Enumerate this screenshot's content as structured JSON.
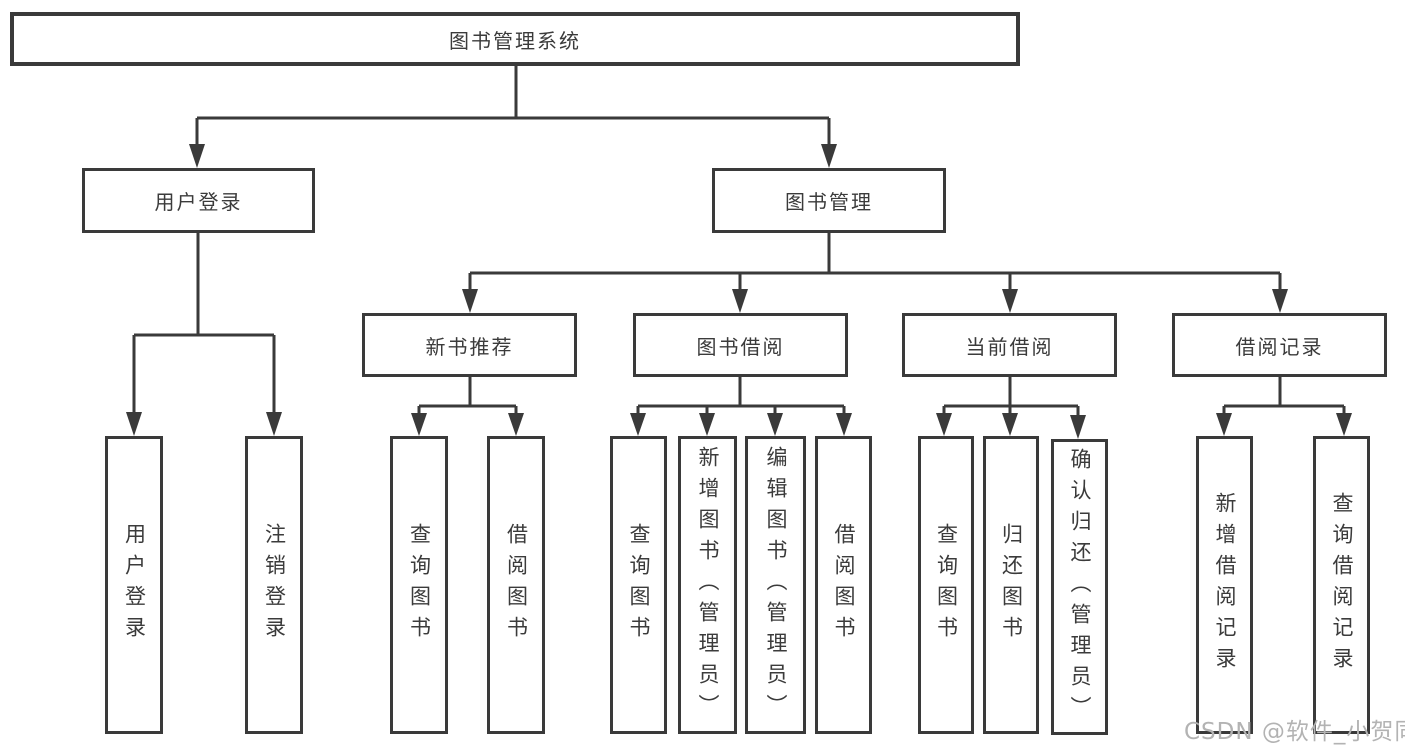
{
  "diagram_title": "图书管理系统",
  "tree": {
    "label": "图书管理系统",
    "children": [
      {
        "label": "用户登录",
        "children": [
          {
            "label": "用户登录"
          },
          {
            "label": "注销登录"
          }
        ]
      },
      {
        "label": "图书管理",
        "children": [
          {
            "label": "新书推荐",
            "children": [
              {
                "label": "查询图书"
              },
              {
                "label": "借阅图书"
              }
            ]
          },
          {
            "label": "图书借阅",
            "children": [
              {
                "label": "查询图书"
              },
              {
                "label": "新增图书（管理员）"
              },
              {
                "label": "编辑图书（管理员）"
              },
              {
                "label": "借阅图书"
              }
            ]
          },
          {
            "label": "当前借阅",
            "children": [
              {
                "label": "查询图书"
              },
              {
                "label": "归还图书"
              },
              {
                "label": "确认归还（管理员）"
              }
            ]
          },
          {
            "label": "借阅记录",
            "children": [
              {
                "label": "新增借阅记录"
              },
              {
                "label": "查询借阅记录"
              }
            ]
          }
        ]
      }
    ]
  },
  "watermark": {
    "text": "CSDN @软件_小贺同学"
  },
  "colors": {
    "line": "#3a3a3a",
    "text": "#3b3b3b",
    "background": "#ffffff",
    "watermark": "#b3b3b3"
  }
}
